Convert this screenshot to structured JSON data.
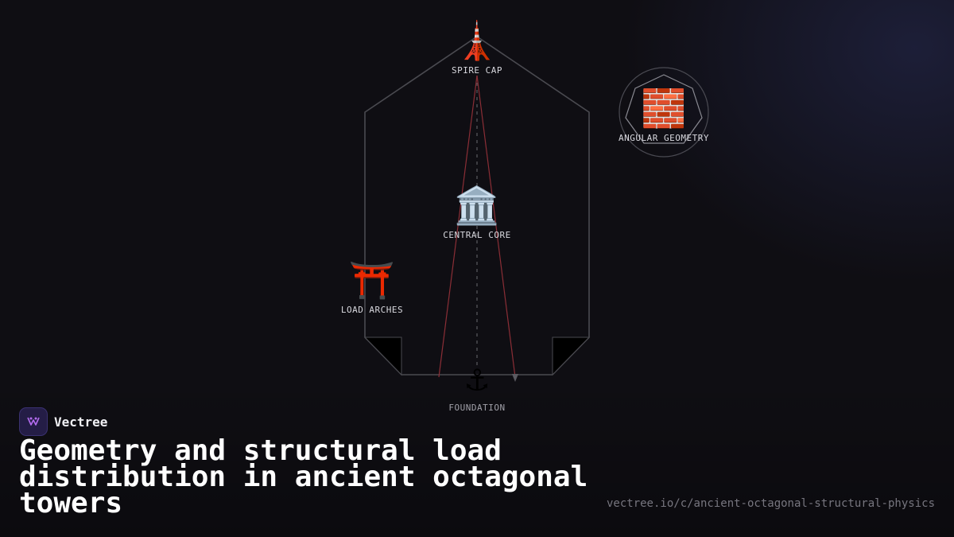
{
  "nodes": {
    "spire_cap": {
      "emoji": "🗼",
      "label": "SPIRE CAP"
    },
    "angular_geometry": {
      "emoji": "🧱",
      "label": "ANGULAR GEOMETRY"
    },
    "central_core": {
      "emoji": "🏛️",
      "label": "CENTRAL CORE"
    },
    "load_arches": {
      "emoji": "⛩️",
      "label": "LOAD ARCHES"
    },
    "foundation": {
      "emoji": "⚓",
      "label": "FOUNDATION"
    }
  },
  "brand": {
    "name": "Vectree",
    "logo_icon": "vectree-logo-icon"
  },
  "title": "Geometry and structural load distribution in ancient octagonal towers",
  "url": "vectree.io/c/ancient-octagonal-structural-physics",
  "colors": {
    "background": "#0f0e13",
    "outline": "#4a4a50",
    "load_lines": "#8b2e36",
    "axis": "#5a5a60",
    "brand_logo_bg": "#241d46",
    "brand_logo_glyph": "#b46cf0"
  }
}
